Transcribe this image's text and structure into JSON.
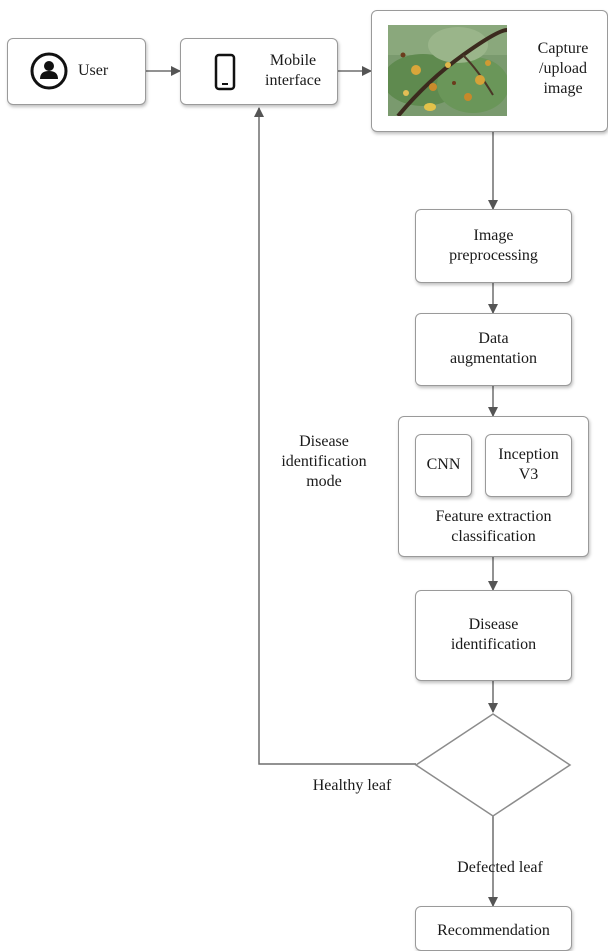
{
  "nodes": {
    "user": "User",
    "mobile": "Mobile\ninterface",
    "capture": "Capture\n/upload\nimage",
    "preprocess": "Image\npreprocessing",
    "augment": "Data\naugmentation",
    "cnn": "CNN",
    "inception": "Inception\nV3",
    "feature": "Feature extraction\nclassification",
    "identify": "Disease\nidentification",
    "recommend": "Recommendation"
  },
  "edges": {
    "mode": "Disease\nidentification\nmode",
    "healthy": "Healthy leaf",
    "defected": "Defected leaf"
  },
  "icons": {
    "user": "user-avatar-icon",
    "mobile": "smartphone-icon",
    "capture": "leaf-photo-icon"
  },
  "colors": {
    "border": "#9a9a9a",
    "line": "#6e6e6e"
  }
}
